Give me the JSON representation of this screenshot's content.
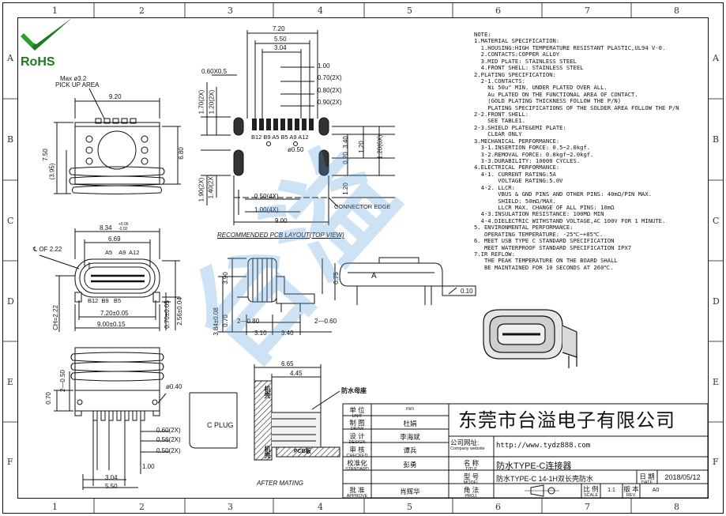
{
  "frame": {
    "col_numbers": [
      "1",
      "2",
      "3",
      "4",
      "5",
      "6",
      "7",
      "8"
    ],
    "row_letters": [
      "A",
      "B",
      "C",
      "D",
      "E",
      "F"
    ]
  },
  "logo": {
    "text": "RoHS",
    "color": "#1f7a1f"
  },
  "watermark": {
    "text": "台溢"
  },
  "top_view": {
    "max_label": "Max ø3.2",
    "pick_label": "PICK UP AREA",
    "width": "9.20",
    "height": "7.50",
    "inner": "(3.95)",
    "right_dim": "6.80"
  },
  "pcb": {
    "w1": "7.20",
    "w2": "5.50",
    "w3": "3.04",
    "d060x05": "0.60X0.5",
    "r100": "1.00",
    "r070": "0.70(2X)",
    "r080": "0.80(2X)",
    "r090": "0.90(2X)",
    "l170": "1.70(2X)",
    "l120": "1.20(2X)",
    "pins": "B12 B9 A5 B5 A9 A12",
    "hole": "ø0.50",
    "v020": "0.20",
    "v340": "3.40",
    "v120a": "1.20",
    "v120b": "1.20(6X)",
    "v120c": "1.20",
    "l190": "1.90(2X)",
    "l140": "1.40(2X)",
    "b050": "0.50(4X)",
    "b100": "1.00(4X)",
    "b900": "9.00",
    "edge": "CONNECTOR EDGE",
    "caption": "RECOMMENDED PCB LAYOUT(TOP VIEW)"
  },
  "front_view": {
    "top": "8.34",
    "tol_up": "+0.06",
    "tol_dn": "-0.02",
    "w669": "6.69",
    "cl": "℄ OF 2.22",
    "pins_top": "A5    A9  A12",
    "pins_bot": "B12  B9   B5",
    "w720": "7.20±0.05",
    "w900": "9.00±0.15",
    "ch": "CH=2.22",
    "v070": "0.70±0.05",
    "v256": "2.56±0.04"
  },
  "side_view": {
    "a": "A",
    "v390": "3.90",
    "v075": "0.75",
    "v384": "3.84±0.08",
    "v070": "0.70",
    "d280": "2—0.80",
    "d260": "2—0.60",
    "d310": "3.10",
    "d340": "3.40",
    "flat": "0.10"
  },
  "bottom_view": {
    "d250": "2—0.50",
    "v070": "0.70",
    "hole": "ø0.40",
    "c060": "0.60(2X)",
    "c056": "0.56(2X)",
    "c050": "0.50(2X)",
    "c100": "1.00",
    "c304": "3.04",
    "c550": "5.50"
  },
  "mating": {
    "d665": "6.65",
    "d445": "4.45",
    "waterproof": "防水母座",
    "shell": "机壳",
    "shell2": "机壳",
    "plug": "C PLUG",
    "pcb": "PCB板",
    "caption": "AFTER MATING"
  },
  "notes": [
    "NOTE:",
    "1.MATERIAL SPECIFICATION:",
    "  1.HOUSING:HIGH TEMPERATURE RESISTANT PLASTIC,UL94 V-0.",
    "  2.CONTACTS:COPPER ALLOY",
    "  3.MID PLATE: STAINLESS STEEL",
    "  4.FRONT SHELL: STAINLESS STEEL",
    "2.PLATING SPECIFICATION:",
    "  2-1.CONTACTS:",
    "    Ni 50u\" MIN. UNDER PLATED OVER ALL.",
    "    Au PLATED ON THE FUNCTIONAL AREA OF CONTACT.",
    "    (GOLD PLATING THICKNESS FOLLOW THE P/N)",
    "    PLATING SPECIFICATIONS OF THE SOLDER AREA FOLLOW THE P/N",
    "2-2.FRONT SHELL:",
    "    SEE TABLE1.",
    "2-3.SHIELD PLATE&EMI PLATE:",
    "    CLEAR ONLY",
    "3.MECHANICAL PERFORMANCE:",
    "  3-1.INSERTION FORCE: 0.5~2.0kgf.",
    "  3-2.REMOVAL FORCE: 0.8kgf~2.0kgf.",
    "  3-3.DURABILITY: 10000 CYCLES.",
    "4.ELECTRICAL PERFORMANCE:",
    "  4-1. CURRENT RATING:5A",
    "       VOLTAGE RATING:5.0V",
    "  4-2. LLCR:",
    "       VBUS & GND PINS AND OTHER PINS: 40mΩ/PIN MAX.",
    "       SHIELD: 50mΩ/MAX.",
    "       LLCR MAX. CHANGE OF ALL PINS: 10mΩ",
    "  4-3.INSULATION RESISTANCE: 100MΩ MIN",
    "  4-4.DIELECTRIC WITHSTAND VOLTAGE,AC 100V FOR 1 MINUTE.",
    "5. ENVIRONMENTAL PERFORMANCE:",
    "   OPERATING TEMPERATURE: -25℃~+85℃.",
    "6. MEET USB TYPE C STANDARD SPECIFICATION",
    "   MEET WATERPROOF STANDARD SPECIFICATION IPX7",
    "7.IR REFLOW:",
    "   THE PEAK TEMPERATURE ON THE BOARD SHALL",
    "   BE MAINTAINED FOR 10 SECONDS AT 260℃."
  ],
  "title_block": {
    "unit_cn": "单 位",
    "unit_en": "UNIT",
    "unit_val": "mm",
    "draw_cn": "制 图",
    "draw_en": "DRAW",
    "draw_val": "杜娟",
    "design_cn": "设 计",
    "design_en": "DESIGN",
    "design_val": "李海斌",
    "check_cn": "审 核",
    "check_en": "CHECKED",
    "check_val": "谭兵",
    "std_cn": "校准化",
    "std_en": "STANDARD",
    "std_val": "彭勇",
    "approve_cn": "批 准",
    "approve_en": "APPROVE",
    "approve_val": "肖辉华",
    "company": "东莞市台溢电子有限公司",
    "website_cn": "公司网址:",
    "website_en": "Company website",
    "website": "http://www.tydz888.com",
    "title_cn": "名 称",
    "title_en": "TITLE",
    "title_val": "防水TYPE-C连接器",
    "model_cn": "型 号",
    "model_en": "MODEL",
    "model_val": "防水TYPE-C 14-1H双长壳防水",
    "date_cn": "日 期",
    "date_en": "DATE",
    "date_val": "2018/05/12",
    "proj_cn": "角 法",
    "proj_en": "PROJ.",
    "scale_cn": "比 例",
    "scale_en": "SCALE",
    "scale_val": "1:1",
    "rev_cn": "版 本",
    "rev_en": "REV.",
    "rev_val": "A0"
  }
}
